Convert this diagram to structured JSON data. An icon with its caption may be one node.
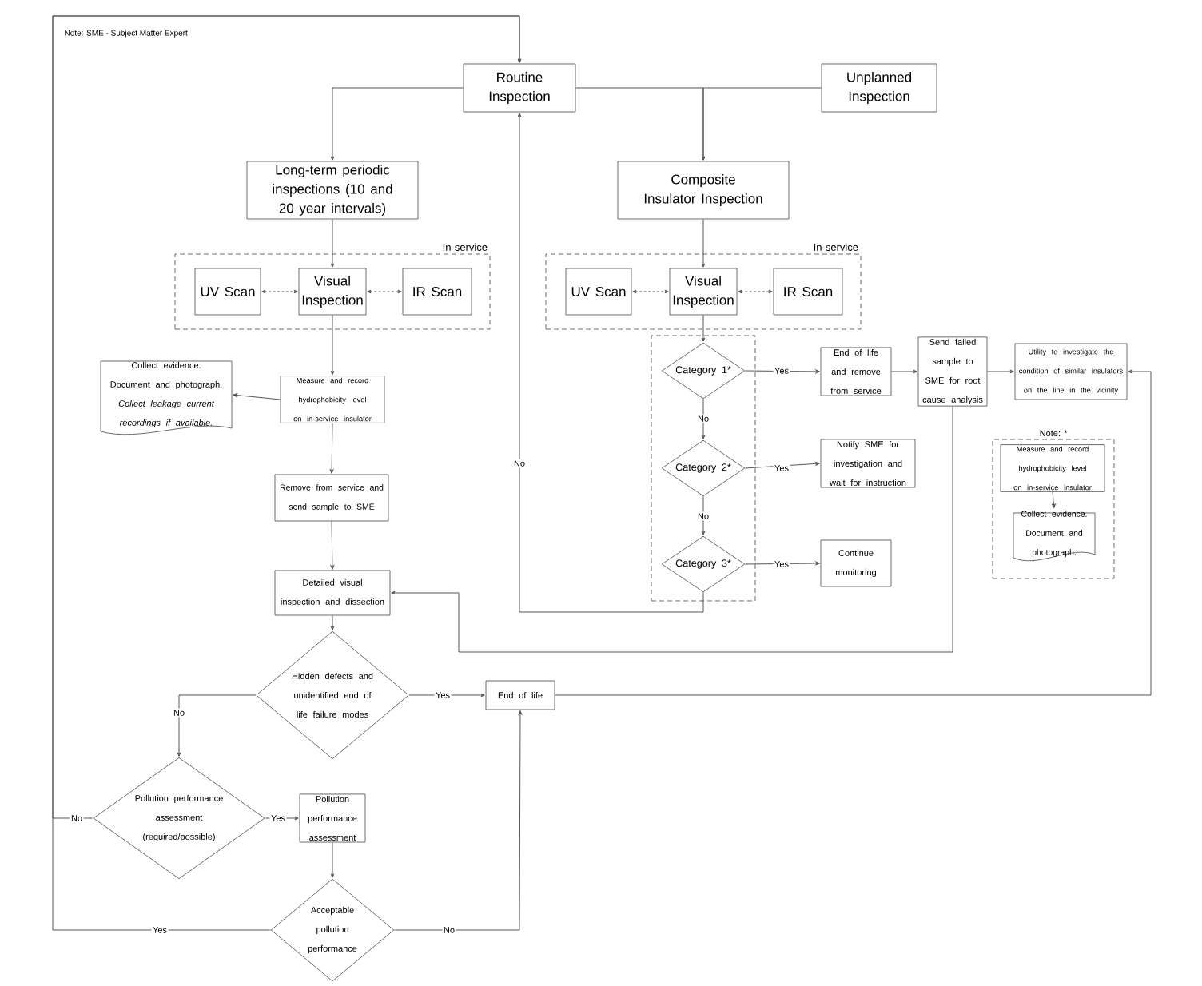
{
  "diagram": {
    "nodes": [
      {
        "text": [
          "Routine Inspection"
        ]
      },
      {
        "text": [
          "Unplanned Inspection"
        ]
      },
      {
        "text": [
          "Long-term periodic inspections (10 and 20 year intervals)"
        ]
      },
      {
        "text": [
          "Composite Insulator Inspection"
        ]
      },
      {
        "text": [
          "In-service"
        ]
      },
      {
        "text": [
          "UV Scan"
        ],
        "in": 4
      },
      {
        "text": [
          "Visual Inspection"
        ],
        "in": 4
      },
      {
        "text": [
          "IR Scan"
        ],
        "in": 4
      },
      {
        "text": [
          "In-service"
        ]
      },
      {
        "text": [
          "UV Scan"
        ],
        "in": 8
      },
      {
        "text": [
          "Visual Inspection"
        ],
        "in": 8
      },
      {
        "text": [
          "IR Scan"
        ],
        "in": 8
      },
      {
        "text": [],
        "shape": "box"
      },
      {
        "text": [
          "Category 1*"
        ],
        "in": 12
      },
      {
        "text": [
          "End of life and remove from service"
        ]
      },
      {
        "text": [
          "Send failed sample to SME for root cause analysis"
        ]
      },
      {
        "text": [
          "Utility to investigate the condition of similar insulators on the line in the vicinity"
        ]
      },
      {
        "text": [
          "Collect evidence. Document and photograph. *Collect leakage current recordings if available.*"
        ]
      },
      {
        "text": [
          "Measure and record hydrophobicity level on in-service insulator"
        ]
      },
      {
        "text": [
          "Category 2*"
        ],
        "in": 12
      },
      {
        "text": [
          "Notify SME for investigation and wait for instruction"
        ]
      },
      {
        "text": [
          "Note: *"
        ]
      },
      {
        "text": [
          "Measure and record hydrophobicity level on in-service insulator"
        ],
        "in": 21
      },
      {
        "text": [
          "Collect evidence. Document and photograph."
        ],
        "in": 21
      },
      {
        "text": [
          "Remove from service and send sample to SME"
        ]
      },
      {
        "text": [
          "Category 3*"
        ],
        "in": 12
      },
      {
        "text": [
          "Continue monitoring"
        ]
      },
      {
        "text": [
          "Detailed visual inspection and dissection"
        ]
      },
      {
        "text": [
          "Hidden defects and unidentified end of life failure modes"
        ]
      },
      {
        "text": [
          "End of life"
        ]
      },
      {
        "text": [
          "Pollution performance assessment (required/possible)"
        ]
      },
      {
        "text": [
          "Pollution performance assessment"
        ]
      },
      {
        "text": [
          "Acceptable pollution performance"
        ]
      }
    ],
    "edges": [
      {
        "from": 0,
        "to": 2,
        "arrow": "to"
      },
      {
        "from": 0,
        "to": 3,
        "arrow": "to"
      },
      {
        "from": 1,
        "to": 3,
        "arrow": "to"
      },
      {
        "from": 2,
        "to": 6,
        "arrow": "to"
      },
      {
        "from": 5,
        "to": 6,
        "arrow": "both",
        "style": "dashed"
      },
      {
        "from": 6,
        "to": 7,
        "arrow": "both",
        "style": "dashed"
      },
      {
        "from": 3,
        "to": 10,
        "arrow": "to"
      },
      {
        "from": 9,
        "to": 10,
        "arrow": "both",
        "style": "dashed"
      },
      {
        "from": 10,
        "to": 11,
        "arrow": "both",
        "style": "dashed"
      },
      {
        "from": 6,
        "to": 18,
        "arrow": "to"
      },
      {
        "from": 18,
        "to": 17,
        "arrow": "to"
      },
      {
        "from": 18,
        "to": 24,
        "arrow": "to"
      },
      {
        "from": 24,
        "to": 27,
        "arrow": "to"
      },
      {
        "from": 10,
        "to": 13,
        "arrow": "to"
      },
      {
        "from": 13,
        "to": 14,
        "arrow": "to",
        "label": "Yes"
      },
      {
        "from": 13,
        "to": 19,
        "arrow": "to",
        "label": "No"
      },
      {
        "from": 19,
        "to": 20,
        "arrow": "to",
        "label": "Yes"
      },
      {
        "from": 19,
        "to": 25,
        "arrow": "to",
        "label": "No"
      },
      {
        "from": 25,
        "to": 26,
        "arrow": "to",
        "label": "Yes"
      },
      {
        "from": 25,
        "to": 0,
        "arrow": "to",
        "label": "No"
      },
      {
        "from": 14,
        "to": 15,
        "arrow": "to"
      },
      {
        "from": 15,
        "to": 16,
        "arrow": "to"
      },
      {
        "from": 15,
        "to": 27,
        "arrow": "to"
      },
      {
        "from": 22,
        "to": 23,
        "arrow": "to"
      },
      {
        "from": 27,
        "to": 28,
        "arrow": "to"
      },
      {
        "from": 28,
        "to": 29,
        "arrow": "to",
        "label": "Yes"
      },
      {
        "from": 28,
        "to": 30,
        "arrow": "to",
        "label": "No"
      },
      {
        "from": 30,
        "to": 31,
        "arrow": "to",
        "label": "Yes"
      },
      {
        "from": 30,
        "to": 0,
        "arrow": "to",
        "label": "No"
      },
      {
        "from": 31,
        "to": 32,
        "arrow": "to"
      },
      {
        "from": 32,
        "to": 29,
        "arrow": "to",
        "label": "No"
      },
      {
        "from": 32,
        "to": 0,
        "arrow": "to",
        "label": "Yes"
      },
      {
        "from": 29,
        "to": 16,
        "arrow": "to"
      }
    ],
    "labels": [
      "Note: SME - Subject Matter Expert"
    ]
  }
}
